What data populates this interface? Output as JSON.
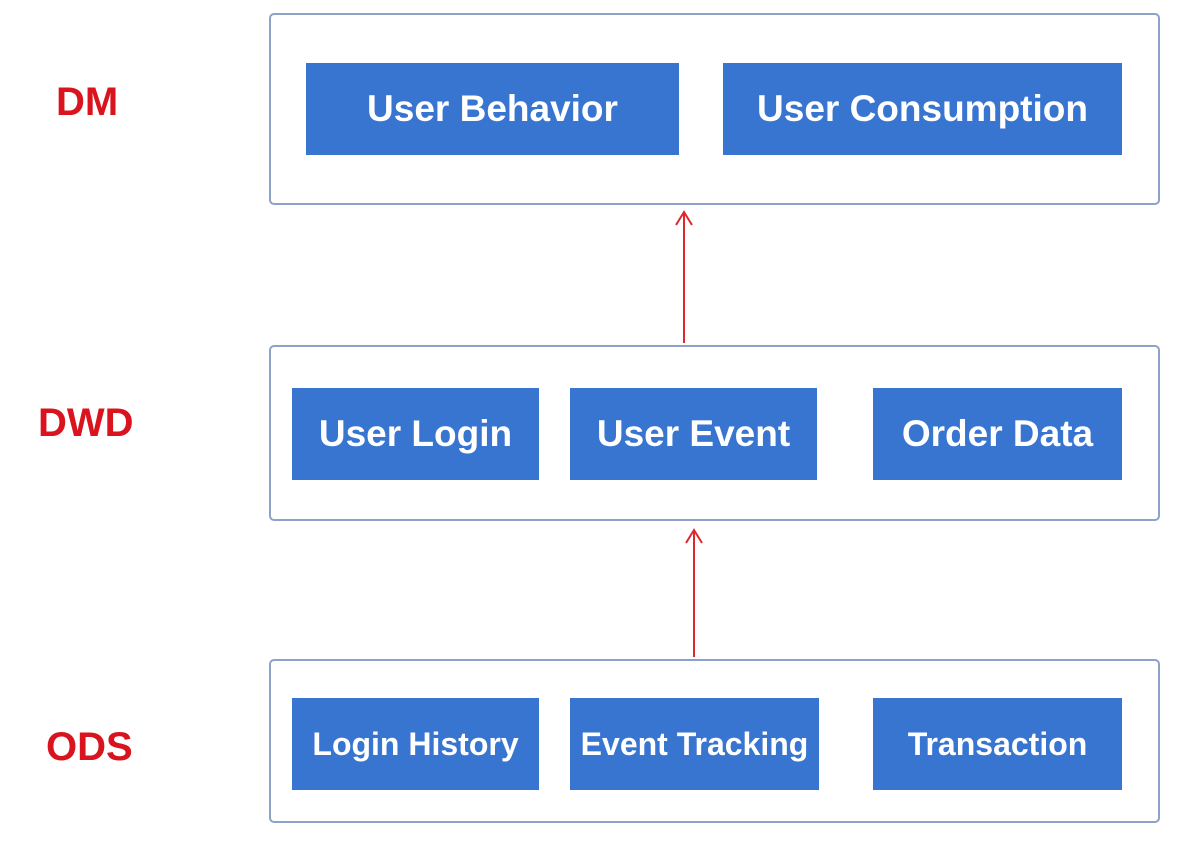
{
  "layers": {
    "dm": {
      "label": "DM",
      "nodes": [
        "User Behavior",
        "User Consumption"
      ]
    },
    "dwd": {
      "label": "DWD",
      "nodes": [
        "User Login",
        "User Event",
        "Order Data"
      ]
    },
    "ods": {
      "label": "ODS",
      "nodes": [
        "Login History",
        "Event Tracking",
        "Transaction"
      ]
    }
  },
  "colors": {
    "label": "#d9141e",
    "node_fill": "#3875d1",
    "node_text": "#ffffff",
    "box_border": "#8ea1c6",
    "arrow": "#e0262f"
  }
}
